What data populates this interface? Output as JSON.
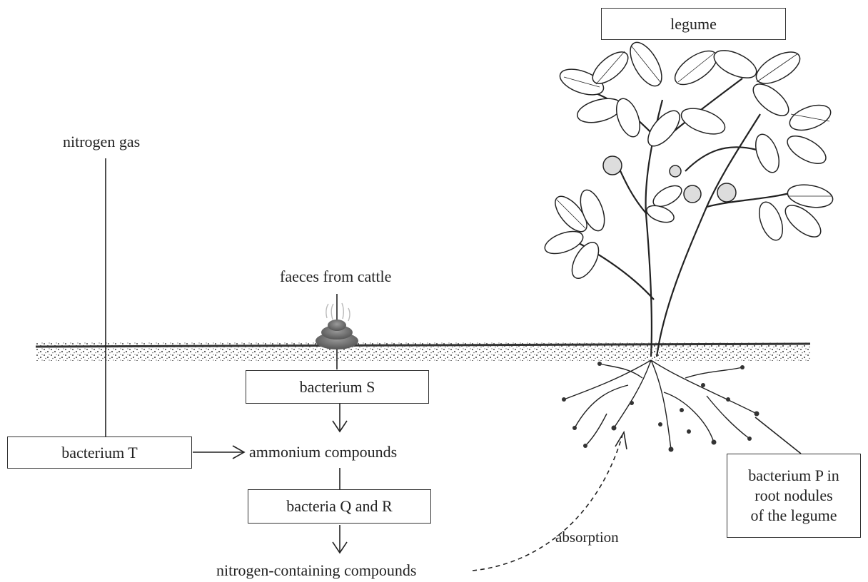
{
  "labels": {
    "nitrogen_gas": "nitrogen gas",
    "faeces": "faeces from cattle",
    "ammonium": "ammonium compounds",
    "nitrogen_compounds": "nitrogen-containing compounds",
    "absorption": "absorption"
  },
  "boxes": {
    "legume": "legume",
    "bacterium_s": "bacterium S",
    "bacterium_t": "bacterium T",
    "bacteria_qr": "bacteria Q and R",
    "bacterium_p": [
      "bacterium P in",
      "root nodules",
      "of the legume"
    ]
  }
}
